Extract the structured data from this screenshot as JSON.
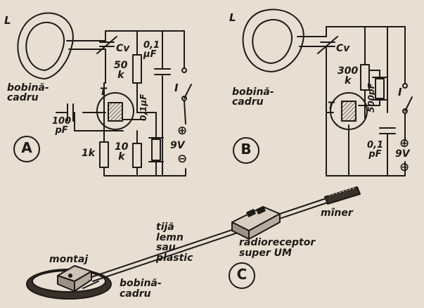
{
  "circuit_a": {
    "id": "A",
    "coil_label": "L",
    "coil_caption": "bobină-\ncadru",
    "cv_label": "Cv",
    "transistor_label": "T",
    "r1_value": "50\nk",
    "r2_value": "10\nk",
    "r3_value": "1k",
    "c1_value": "100\npF",
    "c2_value": "0,1\nμF",
    "c3_value": "0,1μF",
    "switch_label": "I",
    "battery_label": "9V",
    "plus": "⊕",
    "minus": "⊖"
  },
  "circuit_b": {
    "id": "B",
    "coil_label": "L",
    "coil_caption": "bobină-\ncadru",
    "cv_label": "Cv",
    "transistor_label": "T",
    "r1_value": "300\nk",
    "c1_value": "500pF",
    "c2_value": "0,1\npF",
    "switch_label": "I",
    "battery_label": "9V",
    "plus": "⊕",
    "minus": "⊖"
  },
  "assembly_c": {
    "id": "C",
    "handle_label": "mîner",
    "rod_label": "tijă\nlemn\nsau\nplastic",
    "radio_label": "radioreceptor\nsuper UM",
    "mount_label": "montaj",
    "coil_label": "bobină-\ncadru"
  }
}
